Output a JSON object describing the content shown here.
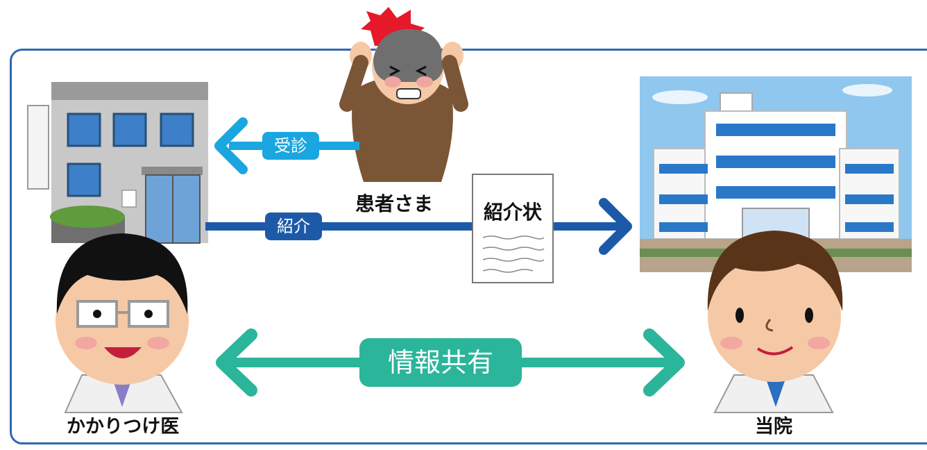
{
  "labels": {
    "patient": "患者さま",
    "jushin": "受診",
    "shoukai": "紹介",
    "letter": "紹介状",
    "share": "情報共有",
    "kakaritsuke": "かかりつけ医",
    "touin": "当院"
  },
  "colors": {
    "frame": "#2f67b1",
    "visit_arrow": "#1aa6e0",
    "referral_arrow": "#1c5aa8",
    "share_arrow": "#2bb59a"
  },
  "icons": {
    "patient": "patient-headache-illustration",
    "clinic": "clinic-building-illustration",
    "hospital": "hospital-building-illustration",
    "family_doctor": "family-doctor-illustration",
    "hospital_doctor": "hospital-doctor-illustration"
  }
}
